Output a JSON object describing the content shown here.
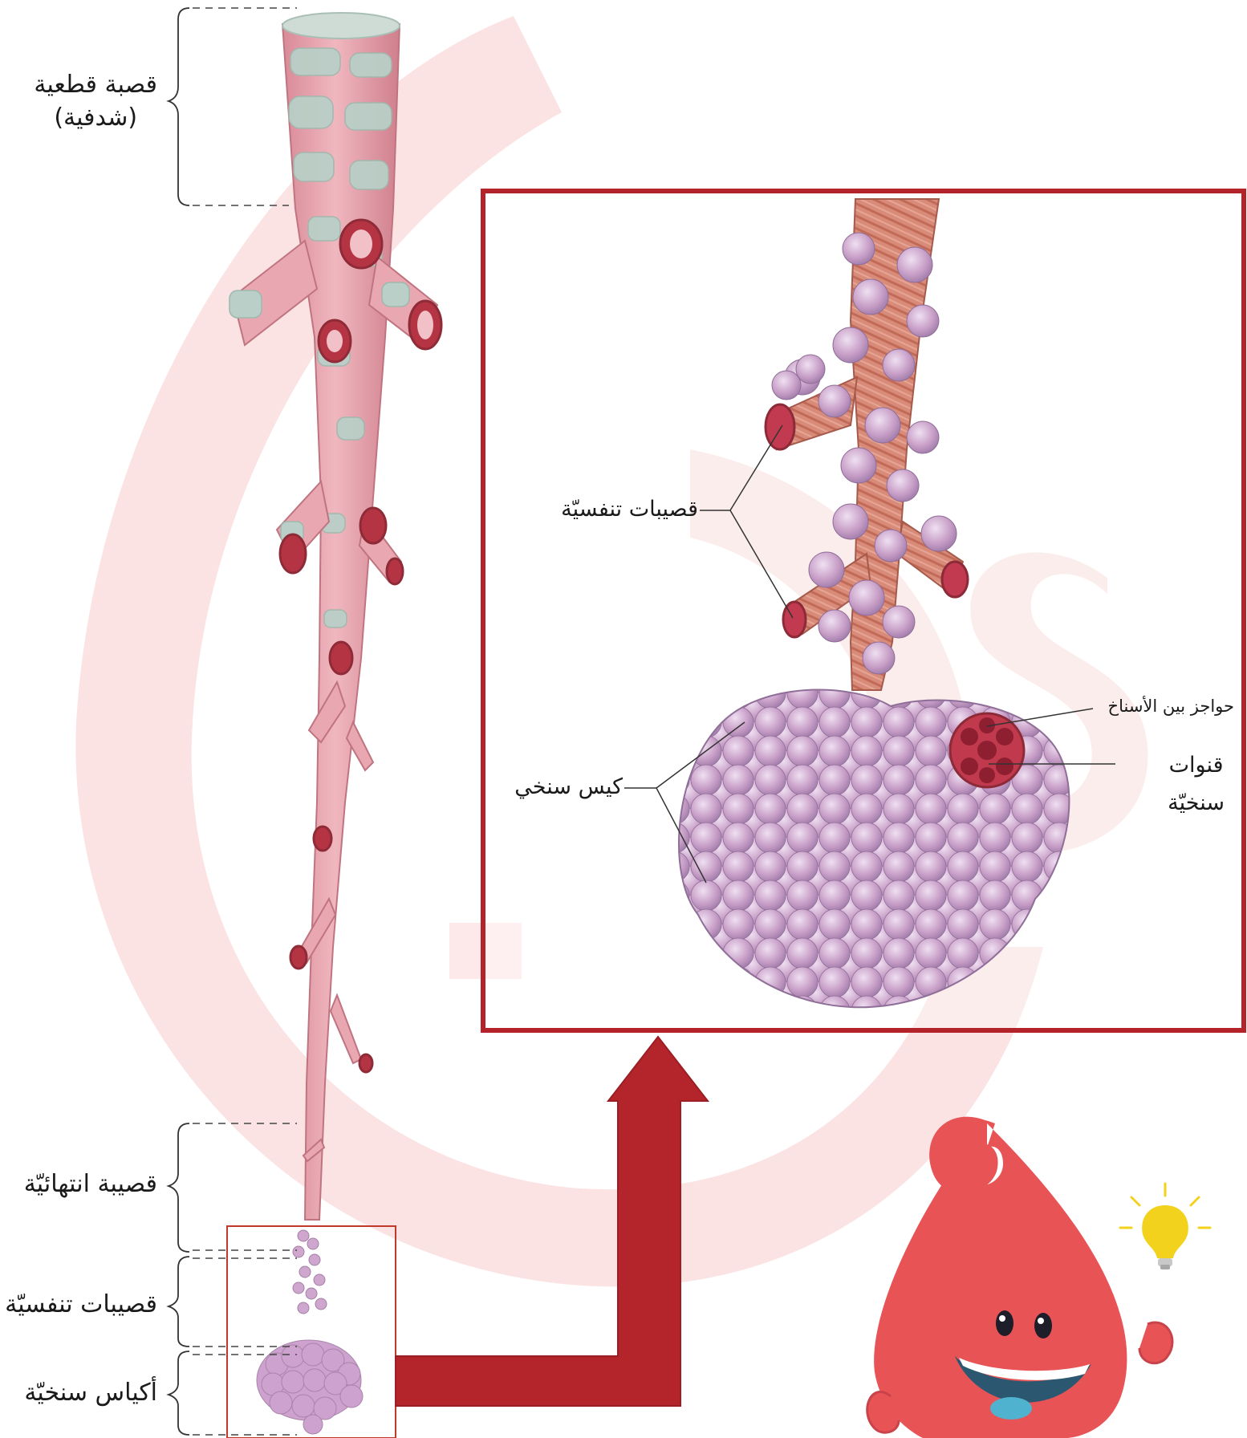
{
  "labels": {
    "left": {
      "trachea_bronchi": {
        "line1": "قصبة قطعية",
        "line2": "(شدفية)"
      },
      "terminal_bronchiole": "قصيبة انتهائيّة",
      "respiratory_bronchioles": "قصيبات تنفسيّة",
      "alveolar_sacs": "أكياس سنخيّة"
    },
    "inset": {
      "respiratory_bronchioles": "قصيبات تنفسيّة",
      "alveolar_sac": "كيس سنخي",
      "interalveolar_septa": "حواجز بين الأسناخ",
      "alveolar_ducts": {
        "line1": "قنوات",
        "line2": "سنخيّة"
      }
    }
  },
  "colors": {
    "frame_red": "#b5232a",
    "arrow_red": "#b3252b",
    "mascot": "#e85356",
    "tissue_pink": "#e8a2ad",
    "cartilage": "#b9cfc7",
    "alveoli": "#c9a0c8",
    "watermark": "#fbe3e4"
  },
  "icons": [
    "mascot-drop-icon",
    "lightbulb-icon",
    "arrow-up-icon"
  ]
}
